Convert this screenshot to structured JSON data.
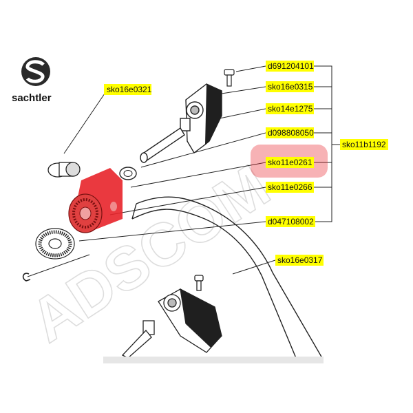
{
  "brand": {
    "name": "sachtler",
    "logo": "sachtler-s-logo"
  },
  "watermark": "ADSCOM",
  "colors": {
    "label_bg": "#ffff00",
    "highlight": "#e8232a",
    "ink": "#111111"
  },
  "parts": {
    "left": "sko16e0321",
    "p1": "d691204101",
    "p2": "sko16e0315",
    "p3": "sko14e1275",
    "p4": "d098808050",
    "p5": "sko11e0261",
    "p6": "sko11e0266",
    "p7": "d047108002",
    "p8": "sko16e0317",
    "assembly": "sko11b1192"
  }
}
